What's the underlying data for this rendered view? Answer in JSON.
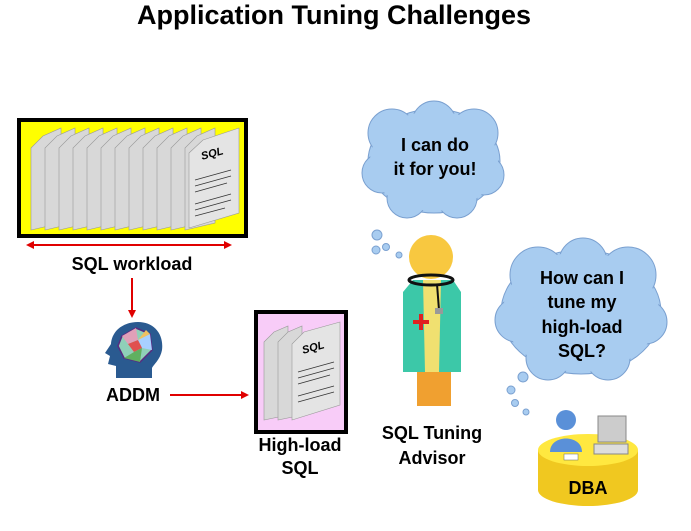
{
  "title": "Application Tuning Challenges",
  "workload": {
    "label": "SQL workload",
    "page_label": "SQL"
  },
  "addm": {
    "label": "ADDM"
  },
  "highload": {
    "line1": "High-load",
    "line2": "SQL",
    "page_label": "SQL"
  },
  "advisor": {
    "line1": "SQL Tuning",
    "line2": "Advisor",
    "thought_line1": "I can do",
    "thought_line2": "it for you!"
  },
  "dba": {
    "label": "DBA",
    "thought_line1": "How can I",
    "thought_line2": "tune my",
    "thought_line3": "high-load",
    "thought_line4": "SQL?"
  },
  "colors": {
    "workload_bg": "#ffff00",
    "highload_bg": "#f8ccf8",
    "arrow": "#e00000",
    "cloud": "#a8ccf0"
  }
}
